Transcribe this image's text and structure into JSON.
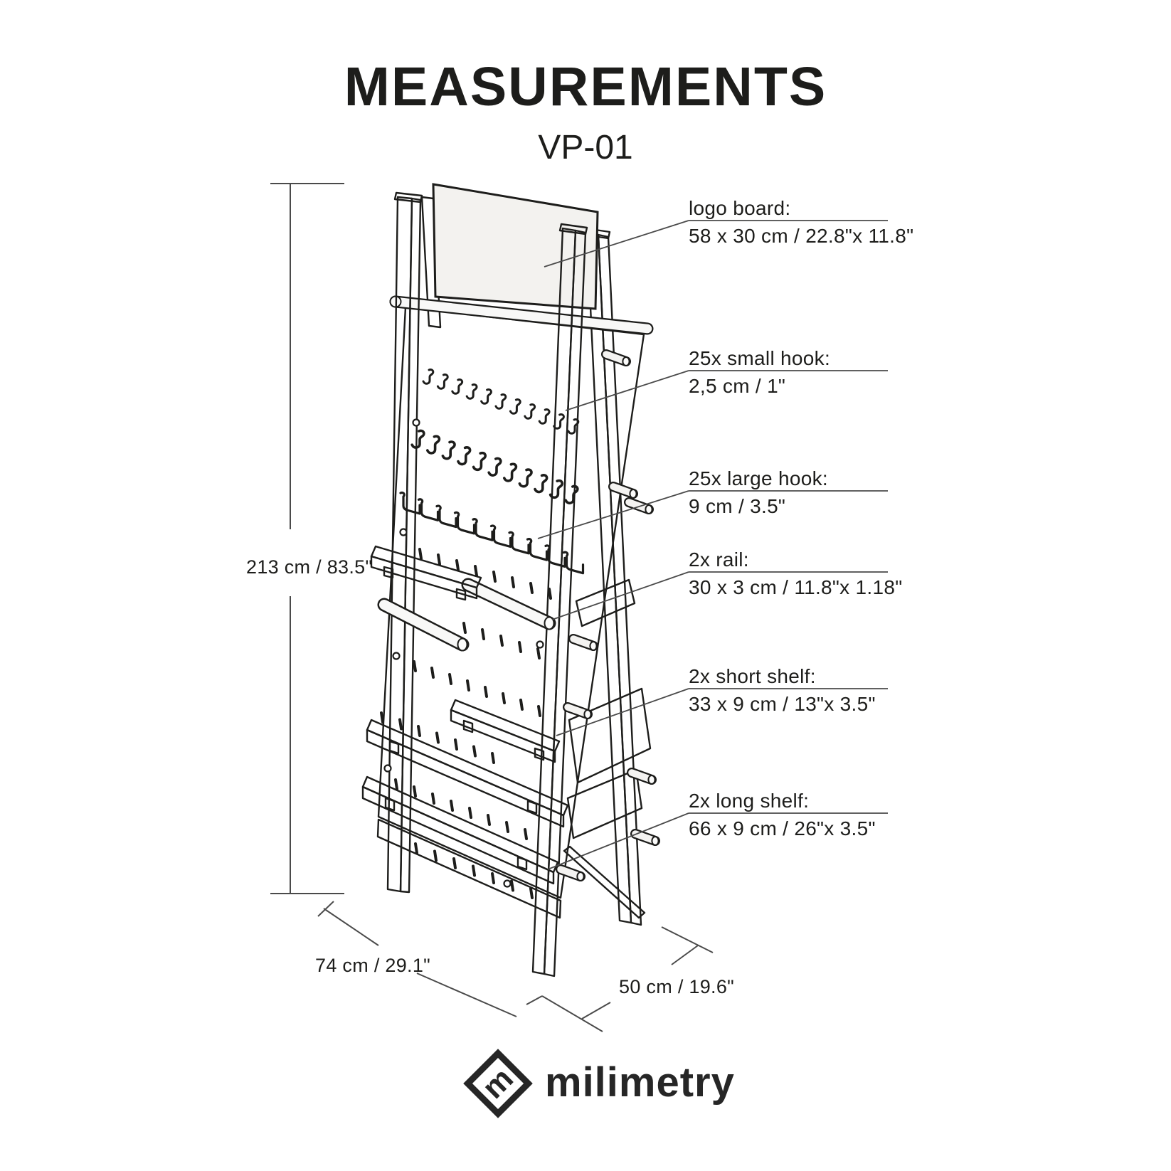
{
  "title": "MEASUREMENTS",
  "subtitle": "VP-01",
  "annotations": [
    {
      "label": "logo board:",
      "value": "58 x 30 cm / 22.8\"x 11.8\""
    },
    {
      "label": "25x small hook:",
      "value": "2,5 cm / 1\""
    },
    {
      "label": "25x large hook:",
      "value": "9 cm / 3.5\""
    },
    {
      "label": "2x rail:",
      "value": "30 x 3 cm / 11.8\"x 1.18\""
    },
    {
      "label": "2x short shelf:",
      "value": "33 x 9 cm / 13\"x 3.5\""
    },
    {
      "label": "2x long shelf:",
      "value": "66 x 9 cm / 26\"x 3.5\""
    }
  ],
  "dimensions": {
    "height": "213 cm / 83.5\"",
    "width": "74 cm / 29.1\"",
    "depth": "50 cm / 19.6\""
  },
  "brand": {
    "name": "milimetry",
    "logo_mark": "m"
  },
  "colors": {
    "ink": "#1d1d1b",
    "dim_line": "#4a4a4a",
    "shelf_gray": "#c7c6c4",
    "rear_gray": "#bcbbb9"
  }
}
